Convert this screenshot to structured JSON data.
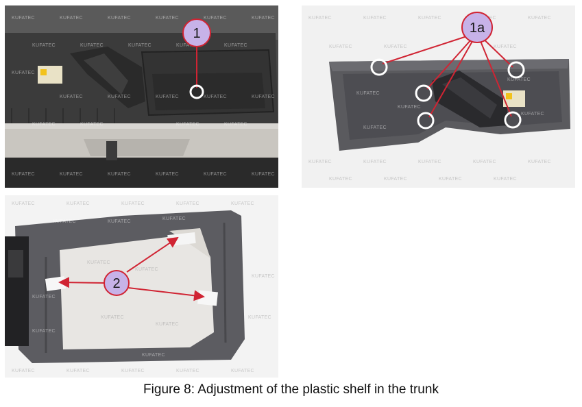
{
  "figure": {
    "caption": "Figure 8: Adjustment of the plastic shelf in the trunk"
  },
  "photos": {
    "top_left": {
      "callout": "1",
      "watermark": "KUFATEC"
    },
    "top_right": {
      "callout": "1a",
      "watermark": "KUFATEC"
    },
    "bottom_left": {
      "callout": "2",
      "watermark": "KUFATEC"
    }
  },
  "colors": {
    "callout_fill": "#c7b2e8",
    "callout_stroke": "#d02433",
    "arrow": "#d02433",
    "marker_ring": "#ffffff"
  }
}
